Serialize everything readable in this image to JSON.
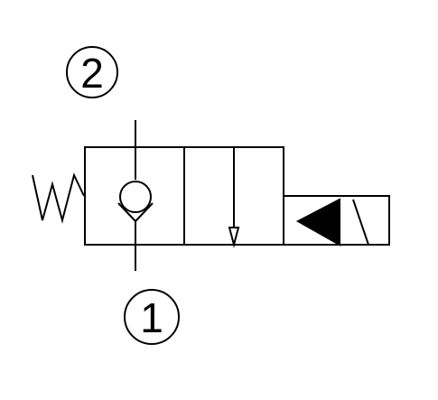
{
  "diagram": {
    "line_color": "#000000",
    "background_color": "#ffffff",
    "ports": [
      {
        "id": "port-2",
        "number": "2"
      },
      {
        "id": "port-1",
        "number": "1"
      }
    ],
    "valve_positions": [
      {
        "id": "position-check",
        "symbol": "check-valve"
      },
      {
        "id": "position-flow",
        "symbol": "flow-arrow-down"
      }
    ],
    "actuators": [
      {
        "id": "spring-actuator",
        "symbol": "spring"
      },
      {
        "id": "solenoid-actuator",
        "symbol": "solenoid"
      }
    ]
  }
}
